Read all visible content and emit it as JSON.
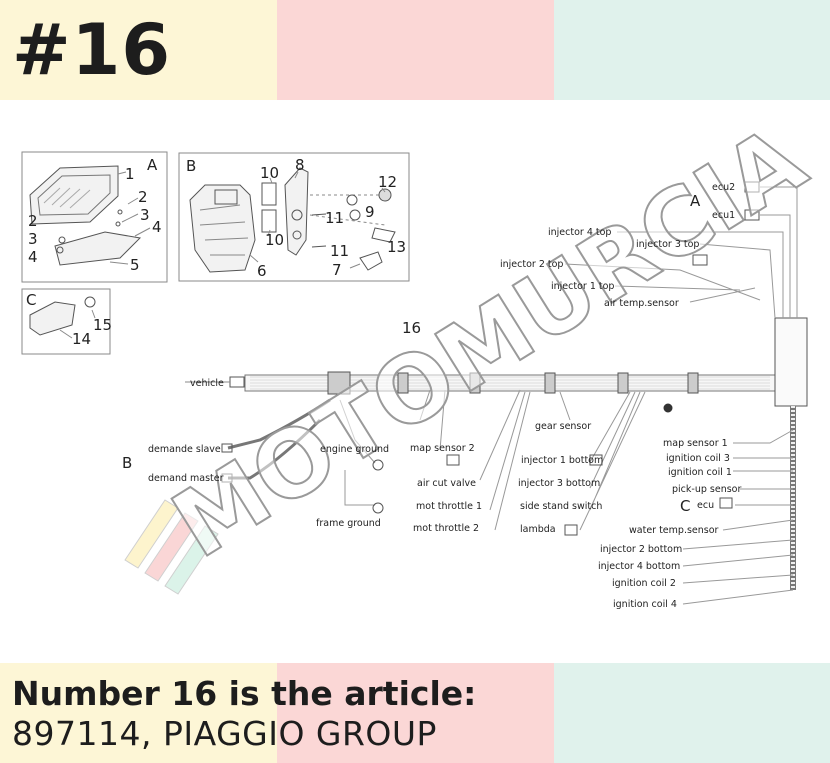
{
  "header": {
    "title": "#16"
  },
  "footer": {
    "heading": "Number 16 is the article:",
    "value": "897114, PIAGGIO GROUP"
  },
  "colors": {
    "band_yellow": "#fdf6d6",
    "band_pink": "#fbd7d6",
    "band_mint": "#e0f2ec",
    "text_dark": "#1d1d1d",
    "line_gray": "#8a8a8a"
  },
  "watermark": {
    "text": "MOTOMURCIA"
  },
  "diagram": {
    "insets": {
      "A": {
        "letter": "A",
        "numbers": [
          "1",
          "2",
          "2",
          "3",
          "3",
          "4",
          "4",
          "5"
        ]
      },
      "B": {
        "letter": "B",
        "numbers": [
          "10",
          "8",
          "12",
          "9",
          "11",
          "10",
          "11",
          "13",
          "7",
          "6"
        ]
      },
      "C": {
        "letter": "C",
        "numbers": [
          "15",
          "14"
        ]
      }
    },
    "callout": "16",
    "section_letters": {
      "A": "A",
      "B": "B",
      "C": "C"
    },
    "connectors_right": [
      "ecu2",
      "ecu1",
      "injector 4 top",
      "injector 3 top",
      "injector 2 top",
      "injector 1 top",
      "air temp.sensor",
      "map sensor 1",
      "ignition coil 3",
      "ignition coil 1",
      "pick-up sensor",
      "ecu",
      "water temp.sensor",
      "injector 2 bottom",
      "injector 4 bottom",
      "ignition coil 2",
      "ignition coil 4"
    ],
    "connectors_left": [
      "vehicle",
      "demande slave",
      "demand master",
      "engine ground",
      "frame ground"
    ],
    "connectors_middle": [
      "map sensor 2",
      "air cut valve",
      "mot throttle 1",
      "mot throttle 2",
      "gear sensor",
      "injector 1 bottom",
      "injector 3 bottom",
      "side stand switch",
      "lambda"
    ]
  }
}
